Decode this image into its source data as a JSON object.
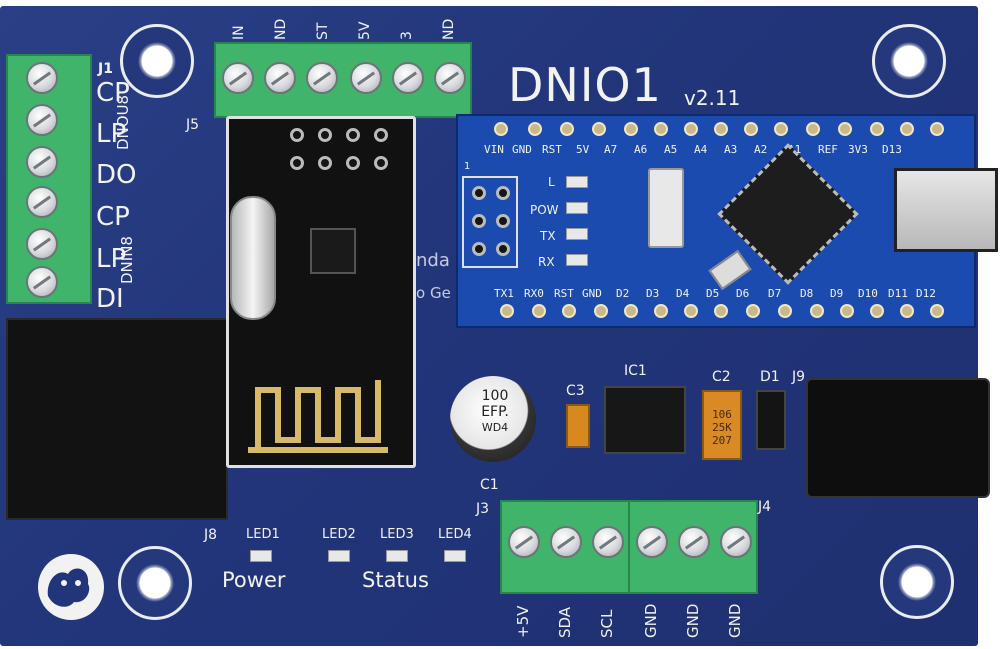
{
  "board": {
    "title": "DNIO1",
    "version": "v2.11",
    "colors": {
      "pcb": "#22357a",
      "terminal": "#3fb46a",
      "silk": "#f2f2f2",
      "nano": "#1c4bb0"
    }
  },
  "j1": {
    "ref": "J1",
    "pins": [
      "CP",
      "LP",
      "DO",
      "CP",
      "LP",
      "DI"
    ],
    "out_label": "DNOU8",
    "in_label": "DNIN8"
  },
  "j5": {
    "ref": "J5",
    "pins": [
      "IN",
      "ND",
      "ST",
      "5V",
      "3",
      "ND"
    ]
  },
  "j3": {
    "ref": "J3",
    "pins": [
      "+5V",
      "SDA",
      "SCL"
    ]
  },
  "j4": {
    "ref": "J4",
    "pins": [
      "GND",
      "GND",
      "GND"
    ]
  },
  "j8": {
    "ref": "J8"
  },
  "j9": {
    "ref": "J9"
  },
  "leds": {
    "led1": "LED1",
    "led2": "LED2",
    "led3": "LED3",
    "led4": "LED4",
    "power_label": "Power",
    "status_label": "Status"
  },
  "components": {
    "c1": "C1",
    "c2": "C2",
    "c3": "C3",
    "d1": "D1",
    "ic1": "IC1",
    "cap_line1": "100",
    "cap_line2": "EFP.",
    "cap_line3": "WD4",
    "tant_line1": "106",
    "tant_line2": "25K",
    "tant_line3": "207"
  },
  "nano": {
    "top_pins": [
      "VIN",
      "GND",
      "RST",
      "5V",
      "A7",
      "A6",
      "A5",
      "A4",
      "A3",
      "A2",
      "A1",
      "REF",
      "3V3",
      "D13"
    ],
    "bottom_pins": [
      "TX1",
      "RX0",
      "RST",
      "GND",
      "D2",
      "D3",
      "D4",
      "D5",
      "D6",
      "D7",
      "D8",
      "D9",
      "D10",
      "D11",
      "D12"
    ],
    "led_labels": [
      "L",
      "POW",
      "TX",
      "RX"
    ],
    "icsp": "1"
  },
  "partial_text": {
    "nda": "nda",
    "o_ge": "o Ge"
  }
}
